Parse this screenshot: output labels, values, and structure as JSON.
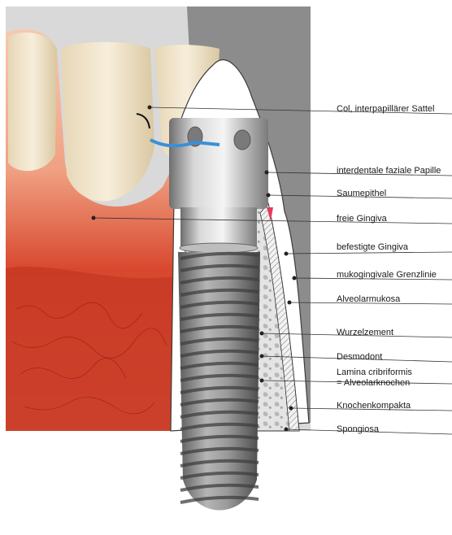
{
  "labels": [
    "Col, interpapillärer Sattel",
    "interdentale faziale Papille",
    "Saumepithel",
    "freie Gingiva",
    "befestigte Gingiva",
    "mukogingivale Grenzlinie",
    "Alveolarmukosa",
    "Wurzelzement",
    "Desmodont",
    "Lamina cribriformis\n= Alveolarknochen",
    "Knochenkompakta",
    "Spongiosa"
  ],
  "colors": {
    "gingiva": "#e8745c",
    "mucosa": "#c8321e",
    "enamel": "#efe3c8",
    "bone": "#cfcfcf",
    "implant": "#8a8a8a",
    "leader": "#333333",
    "accent": "#3a8fd8"
  }
}
